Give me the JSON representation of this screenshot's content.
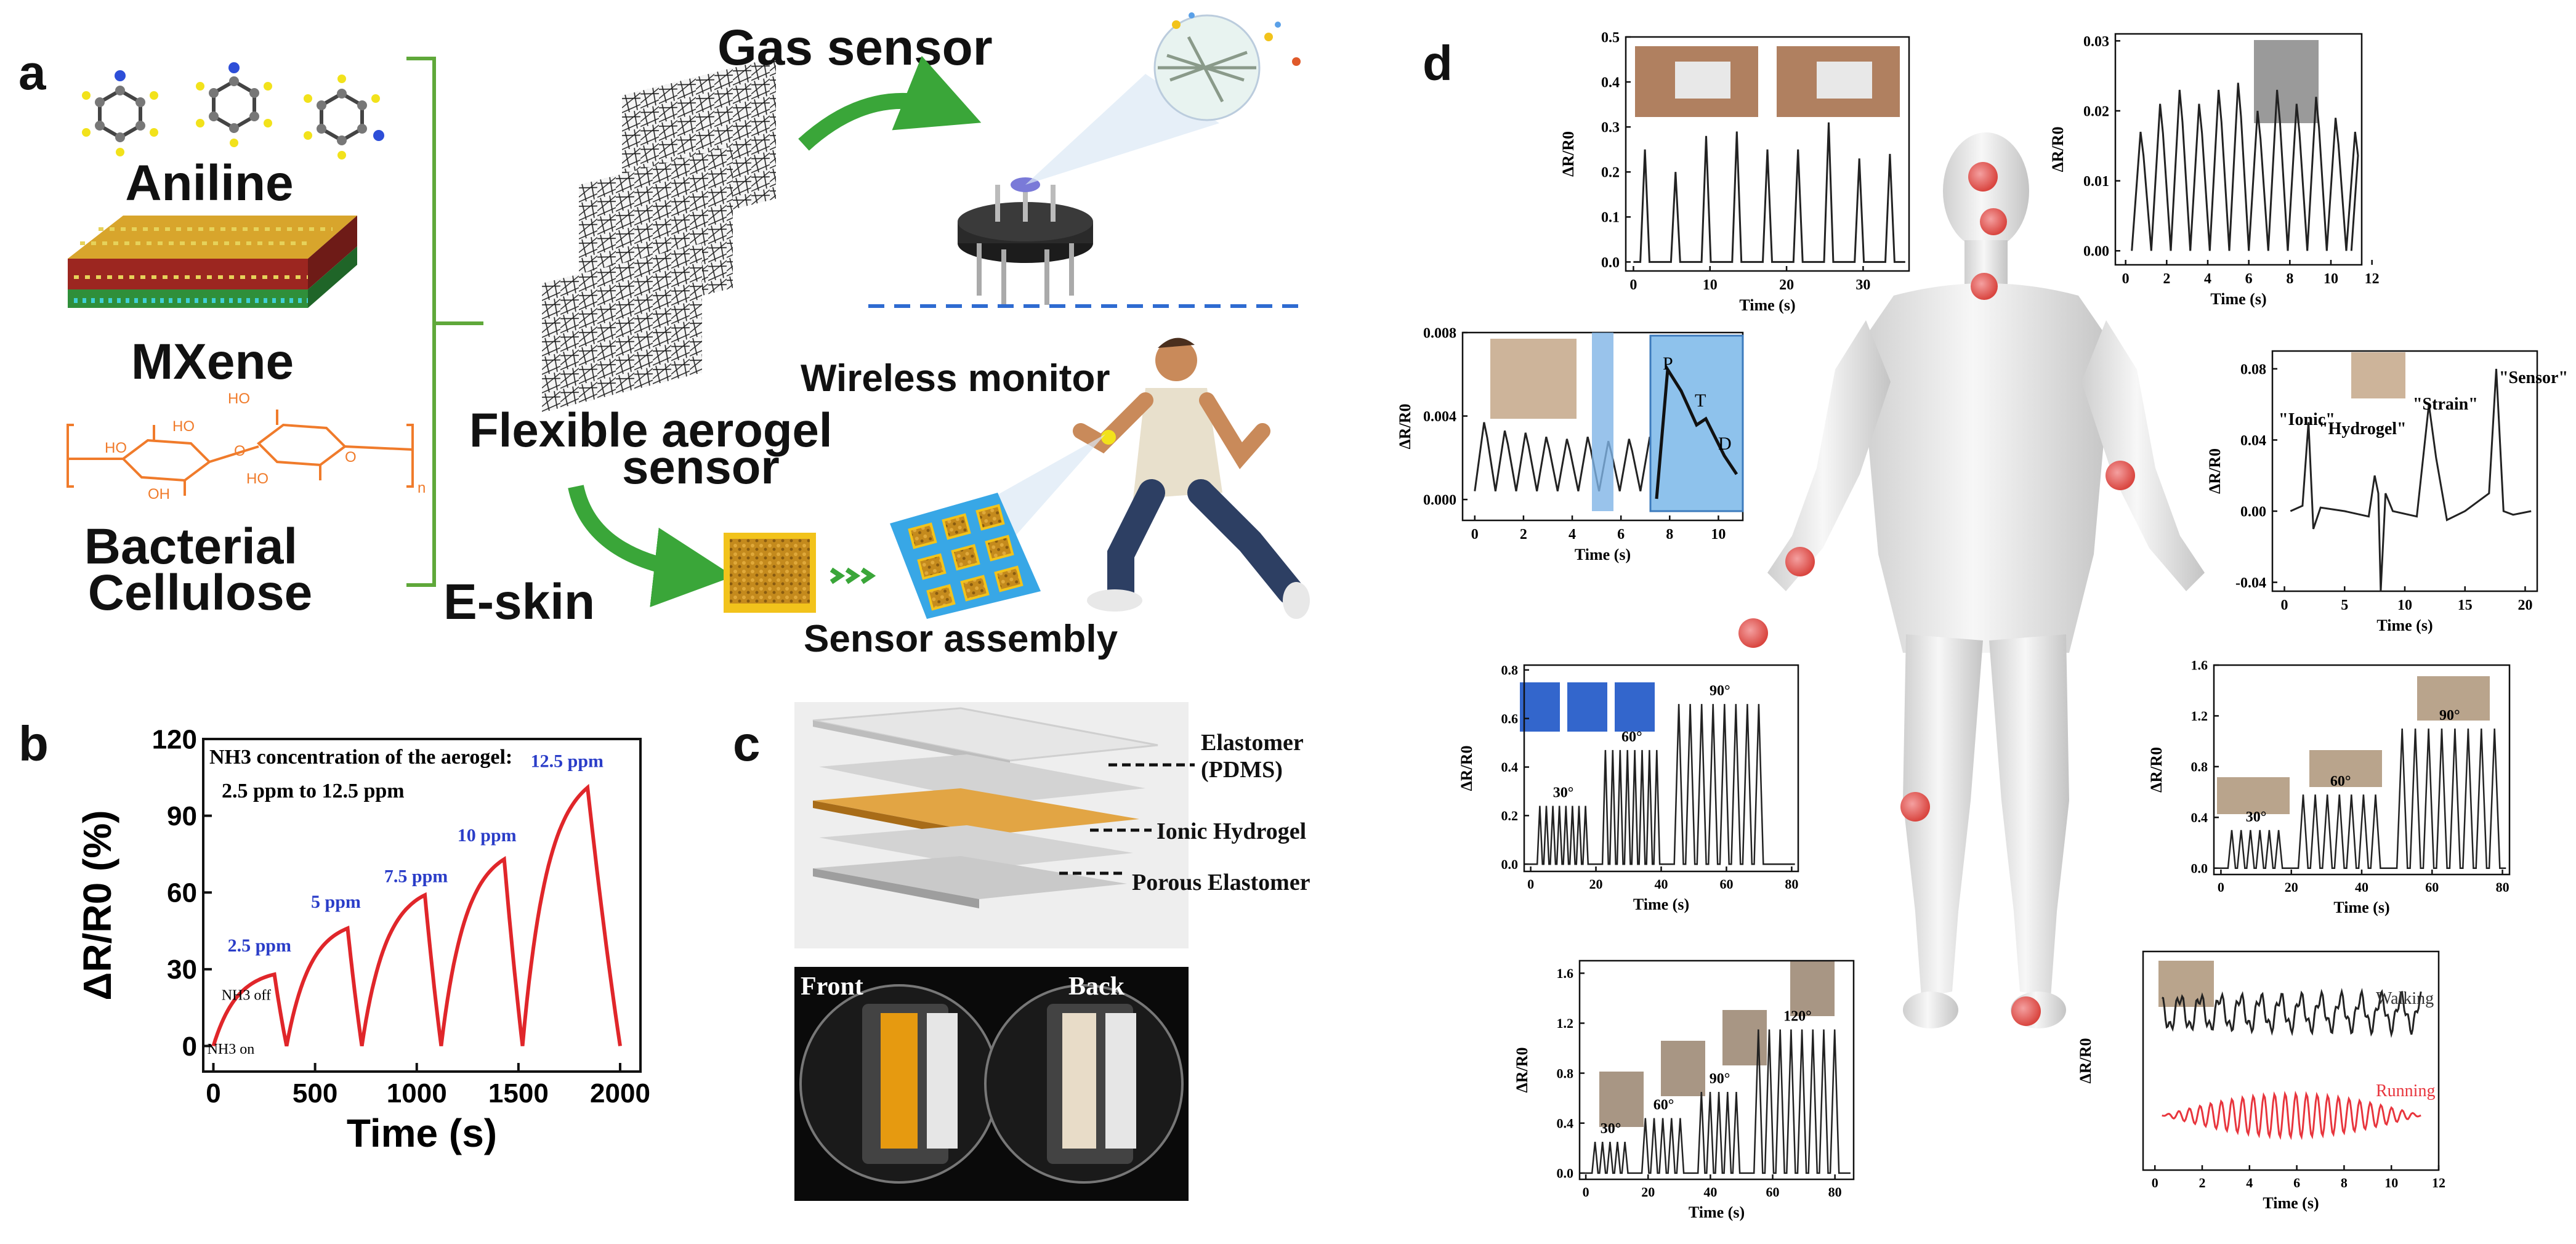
{
  "panel_labels": {
    "a": "a",
    "b": "b",
    "c": "c",
    "d": "d"
  },
  "panel_a": {
    "materials": [
      "Aniline",
      "MXene",
      "Bacterial",
      "Cellulose"
    ],
    "aerogel_label_line1": "Flexible aerogel",
    "aerogel_label_line2": "sensor",
    "gas_sensor": "Gas sensor",
    "wireless_monitor": "Wireless monitor",
    "e_skin": "E-skin",
    "sensor_assembly": "Sensor assembly",
    "colors": {
      "arrow": "#3aa639",
      "bracket": "#5fa83a",
      "dashed": "#2e6bd1",
      "cellulose": "#f07b2b"
    }
  },
  "panel_b": {
    "note_line1": "NH3 concentration of the aerogel:",
    "note_line2": "2.5 ppm to 12.5 ppm",
    "nh3_on": "NH3 on",
    "nh3_off": "NH3 off"
  },
  "panel_c": {
    "layers": [
      "Elastomer",
      "(PDMS)",
      "Ionic Hydrogel",
      "Porous Elastomer"
    ],
    "front": "Front",
    "back": "Back"
  },
  "panel_d": {
    "walking": "Walking",
    "running": "Running",
    "strain_labels": [
      "\"Ionic\"",
      "\"Hydrogel\"",
      "\"Strain\"",
      "\"Sensor\""
    ],
    "pulse_labels": [
      "P",
      "T",
      "D"
    ],
    "colors": {
      "dot": "#e05a5a",
      "running": "#e8353d"
    }
  },
  "chart_data": [
    {
      "id": "b",
      "type": "line",
      "xlabel": "Time (s)",
      "ylabel": "ΔR/R0 (%)",
      "xlim": [
        -50,
        2100
      ],
      "ylim": [
        -10,
        120
      ],
      "xticks": [
        0,
        500,
        1000,
        1500,
        2000
      ],
      "yticks": [
        0,
        30,
        60,
        90,
        120
      ],
      "x_tick_labels": [
        "0",
        "500",
        "1000",
        "1500",
        "2000"
      ],
      "y_tick_labels": [
        "0",
        "30",
        "60",
        "90",
        "120"
      ],
      "color": "#e0262a",
      "annotations": [
        {
          "text": "2.5 ppm",
          "x": 70,
          "y": 37
        },
        {
          "text": "5 ppm",
          "x": 480,
          "y": 54
        },
        {
          "text": "7.5 ppm",
          "x": 840,
          "y": 64
        },
        {
          "text": "10 ppm",
          "x": 1200,
          "y": 80
        },
        {
          "text": "12.5 ppm",
          "x": 1560,
          "y": 109
        }
      ],
      "annotation_color": "#2a3dc8",
      "cycles": [
        {
          "start": 0,
          "peak_t": 300,
          "peak": 28,
          "end": 360
        },
        {
          "start": 360,
          "peak_t": 660,
          "peak": 46,
          "end": 730
        },
        {
          "start": 730,
          "peak_t": 1040,
          "peak": 59,
          "end": 1120
        },
        {
          "start": 1120,
          "peak_t": 1430,
          "peak": 73,
          "end": 1520
        },
        {
          "start": 1520,
          "peak_t": 1840,
          "peak": 101,
          "end": 2000
        }
      ]
    },
    {
      "id": "d1",
      "type": "line",
      "xlabel": "Time (s)",
      "ylabel": "ΔR/R0",
      "xlim": [
        -1,
        36
      ],
      "ylim": [
        -0.02,
        0.5
      ],
      "xticks": [
        0,
        10,
        20,
        30
      ],
      "yticks": [
        0.0,
        0.1,
        0.2,
        0.3,
        0.4,
        0.5
      ],
      "x_tick_labels": [
        "0",
        "10",
        "20",
        "30"
      ],
      "y_tick_labels": [
        "0.0",
        "0.1",
        "0.2",
        "0.3",
        "0.4",
        "0.5"
      ],
      "spikes": {
        "times": [
          1.5,
          5.5,
          9.5,
          13.5,
          17.5,
          21.5,
          25.5,
          29.5,
          33.5
        ],
        "peaks": [
          0.25,
          0.2,
          0.28,
          0.29,
          0.25,
          0.25,
          0.31,
          0.23,
          0.24
        ],
        "width": 1.2,
        "base": 0.0
      }
    },
    {
      "id": "d2",
      "type": "line",
      "xlabel": "Time (s)",
      "ylabel": "ΔR/R0",
      "xlim": [
        -0.5,
        11.5
      ],
      "ylim": [
        -0.002,
        0.031
      ],
      "xticks": [
        0,
        2,
        4,
        6,
        8,
        10,
        12
      ],
      "yticks": [
        0.0,
        0.01,
        0.02,
        0.03
      ],
      "x_tick_labels": [
        "0",
        "2",
        "4",
        "6",
        "8",
        "10",
        "12"
      ],
      "y_tick_labels": [
        "0.00",
        "0.01",
        "0.02",
        "0.03"
      ],
      "wave": {
        "period": 0.95,
        "t0": 0.3,
        "t1": 11.0,
        "min": 0.0,
        "peaks": [
          0.017,
          0.021,
          0.023,
          0.021,
          0.023,
          0.024,
          0.02,
          0.023,
          0.021,
          0.022,
          0.019
        ]
      }
    },
    {
      "id": "d3",
      "type": "line",
      "xlabel": "Time (s)",
      "ylabel": "ΔR/R0",
      "xlim": [
        -0.5,
        11
      ],
      "ylim": [
        -0.001,
        0.008
      ],
      "xticks": [
        0,
        2,
        4,
        6,
        8,
        10
      ],
      "yticks": [
        0.0,
        0.004,
        0.008
      ],
      "x_tick_labels": [
        "0",
        "2",
        "4",
        "6",
        "8",
        "10"
      ],
      "y_tick_labels": [
        "0.000",
        "0.004",
        "0.008"
      ],
      "wave": {
        "period": 0.85,
        "t0": 0.0,
        "t1": 10.2,
        "min": 0.0004,
        "peaks": [
          0.0037,
          0.0033,
          0.0032,
          0.003,
          0.0029,
          0.003,
          0.0028,
          0.0029,
          0.003,
          0.0027,
          0.0026,
          0.0026
        ]
      }
    },
    {
      "id": "d4",
      "type": "line",
      "xlabel": "Time (s)",
      "ylabel": "ΔR/R0",
      "xlim": [
        -1,
        21
      ],
      "ylim": [
        -0.045,
        0.09
      ],
      "xticks": [
        0,
        5,
        10,
        15,
        20
      ],
      "yticks": [
        -0.04,
        0.0,
        0.04,
        0.08
      ],
      "x_tick_labels": [
        "0",
        "5",
        "10",
        "15",
        "20"
      ],
      "y_tick_labels": [
        "-0.04",
        "0.00",
        "0.04",
        "0.08"
      ]
    },
    {
      "id": "d5",
      "type": "line",
      "xlabel": "Time (s)",
      "ylabel": "ΔR/R0",
      "xlim": [
        -2,
        82
      ],
      "ylim": [
        -0.03,
        0.82
      ],
      "xticks": [
        0,
        20,
        40,
        60,
        80
      ],
      "yticks": [
        0.0,
        0.2,
        0.4,
        0.6,
        0.8
      ],
      "x_tick_labels": [
        "0",
        "20",
        "40",
        "60",
        "80"
      ],
      "y_tick_labels": [
        "0.0",
        "0.2",
        "0.4",
        "0.6",
        "0.8"
      ],
      "groups": [
        {
          "label": "30°",
          "t0": 2,
          "t1": 18,
          "peak": 0.24,
          "n": 8
        },
        {
          "label": "60°",
          "t0": 22,
          "t1": 40,
          "peak": 0.47,
          "n": 8
        },
        {
          "label": "90°",
          "t0": 44,
          "t1": 72,
          "peak": 0.66,
          "n": 8
        }
      ]
    },
    {
      "id": "d6",
      "type": "line",
      "xlabel": "Time (s)",
      "ylabel": "ΔR/R0",
      "xlim": [
        -2,
        82
      ],
      "ylim": [
        -0.05,
        1.6
      ],
      "xticks": [
        0,
        20,
        40,
        60,
        80
      ],
      "yticks": [
        0.0,
        0.4,
        0.8,
        1.2,
        1.6
      ],
      "x_tick_labels": [
        "0",
        "20",
        "40",
        "60",
        "80"
      ],
      "y_tick_labels": [
        "0.0",
        "0.4",
        "0.8",
        "1.2",
        "1.6"
      ],
      "groups": [
        {
          "label": "30°",
          "t0": 2,
          "t1": 18,
          "peak": 0.3,
          "n": 6
        },
        {
          "label": "60°",
          "t0": 22,
          "t1": 46,
          "peak": 0.58,
          "n": 7
        },
        {
          "label": "90°",
          "t0": 50,
          "t1": 80,
          "peak": 1.1,
          "n": 8
        }
      ]
    },
    {
      "id": "d7",
      "type": "line",
      "xlabel": "Time (s)",
      "ylabel": "ΔR/R0",
      "xlim": [
        -2,
        86
      ],
      "ylim": [
        -0.05,
        1.7
      ],
      "xticks": [
        0,
        20,
        40,
        60,
        80
      ],
      "yticks": [
        0.0,
        0.4,
        0.8,
        1.2,
        1.6
      ],
      "x_tick_labels": [
        "0",
        "20",
        "40",
        "60",
        "80"
      ],
      "y_tick_labels": [
        "0.0",
        "0.4",
        "0.8",
        "1.2",
        "1.6"
      ],
      "groups": [
        {
          "label": "30°",
          "t0": 2,
          "t1": 14,
          "peak": 0.25,
          "n": 5
        },
        {
          "label": "60°",
          "t0": 18,
          "t1": 32,
          "peak": 0.44,
          "n": 5
        },
        {
          "label": "90°",
          "t0": 36,
          "t1": 50,
          "peak": 0.65,
          "n": 5
        },
        {
          "label": "120°",
          "t0": 54,
          "t1": 82,
          "peak": 1.15,
          "n": 8
        }
      ]
    },
    {
      "id": "d8",
      "type": "line",
      "xlabel": "Time (s)",
      "ylabel": "ΔR/R0",
      "xlim": [
        -0.5,
        12
      ],
      "ylim": [
        0,
        1
      ],
      "xticks": [
        0,
        2,
        4,
        6,
        8,
        10,
        12
      ],
      "yticks": [],
      "x_tick_labels": [
        "0",
        "2",
        "4",
        "6",
        "8",
        "10",
        "12"
      ],
      "y_tick_labels": []
    }
  ]
}
